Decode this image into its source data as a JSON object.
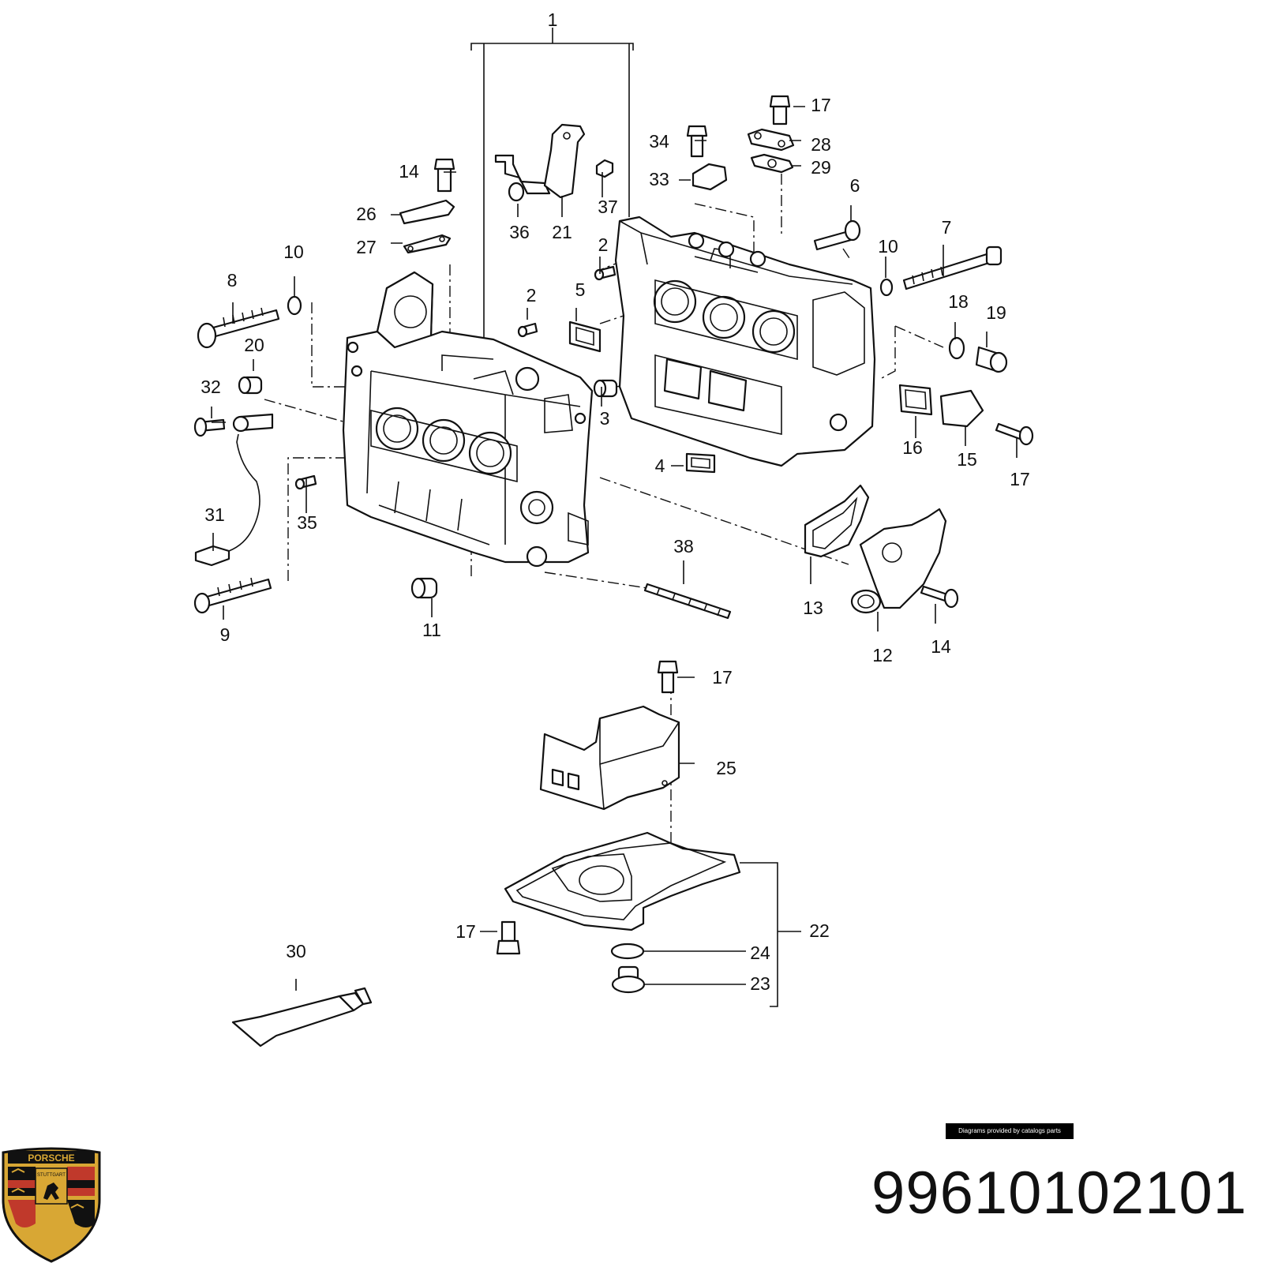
{
  "callouts": [
    "1",
    "2",
    "2",
    "3",
    "4",
    "5",
    "6",
    "7",
    "8",
    "9",
    "10",
    "10",
    "11",
    "12",
    "13",
    "14",
    "14",
    "15",
    "16",
    "17",
    "17",
    "17",
    "17",
    "18",
    "19",
    "20",
    "21",
    "22",
    "23",
    "24",
    "25",
    "26",
    "27",
    "28",
    "29",
    "30",
    "31",
    "32",
    "33",
    "34",
    "35",
    "36",
    "37",
    "38"
  ],
  "credit": "Diagrams provided by catalogs parts",
  "part_number": "99610102101",
  "logo": {
    "brand": "PORSCHE",
    "city": "STUTTGART",
    "colors": {
      "gold": "#d8a734",
      "red": "#c0392b",
      "black": "#111111"
    }
  }
}
